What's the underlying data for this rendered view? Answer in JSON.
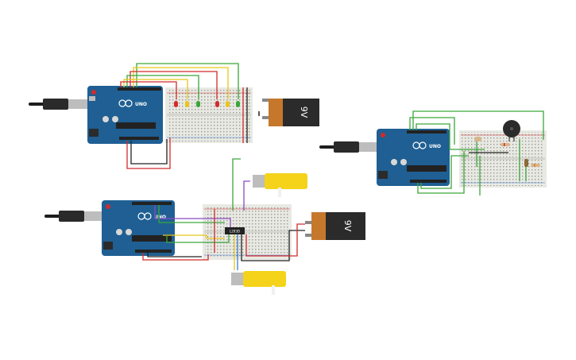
{
  "colors": {
    "board": "#1f5f93",
    "board_dark": "#174a73",
    "breadboard": "#e9e9e4",
    "battery": "#2b2b2b",
    "battery_copper": "#c5782c",
    "motor": "#f4d31a",
    "wire_red": "#d22b2b",
    "wire_green": "#3aa63a",
    "wire_yellow": "#e8c61a",
    "wire_black": "#222222",
    "wire_purple": "#8a4bc4",
    "wire_blue": "#3a7bd5",
    "wire_orange": "#e07b22"
  },
  "circuits": [
    {
      "board_label": "UNO",
      "battery_label": "9V",
      "leds": [
        "red",
        "yellow",
        "green",
        "red",
        "yellow",
        "green"
      ]
    },
    {
      "board_label": "UNO",
      "battery_label": "9V",
      "driver_chip_label": "L293D",
      "motors": 2
    },
    {
      "board_label": "UNO",
      "components": [
        "buzzer",
        "photoresistor",
        "resistor"
      ]
    }
  ]
}
